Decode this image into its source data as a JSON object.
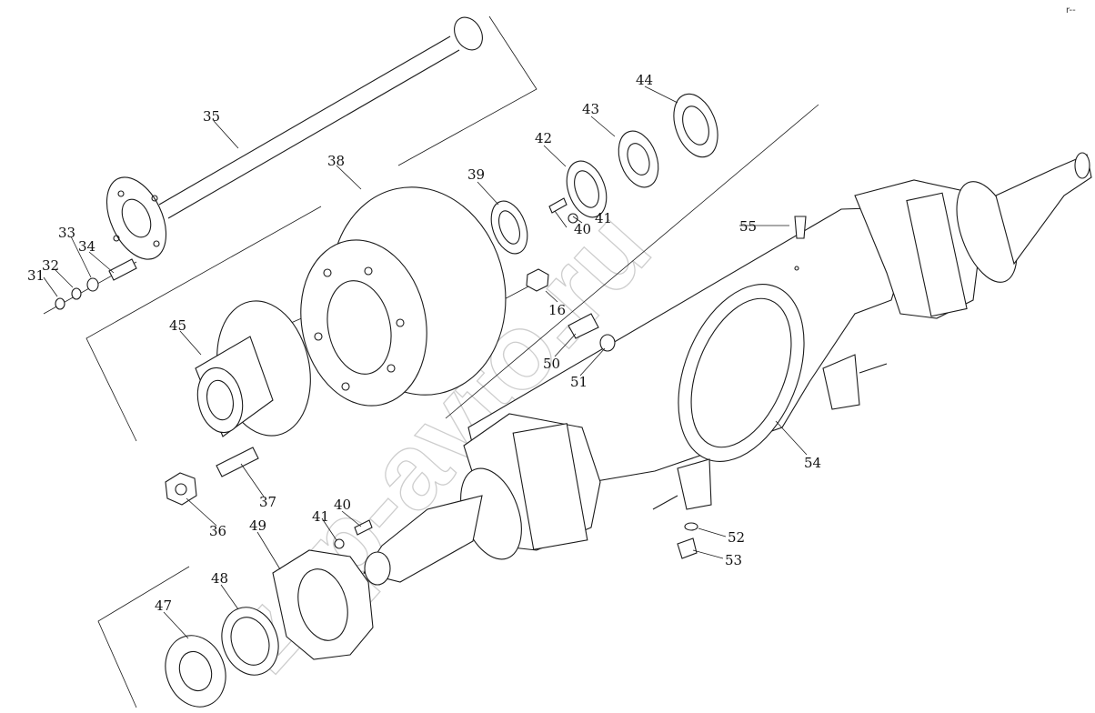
{
  "diagram": {
    "title": "Rear axle assembly exploded view",
    "watermark": "zap-avto.ru",
    "corner_mark": "r--",
    "labels": [
      {
        "key": "p31",
        "text": "31"
      },
      {
        "key": "p32",
        "text": "32"
      },
      {
        "key": "p33",
        "text": "33"
      },
      {
        "key": "p34",
        "text": "34"
      },
      {
        "key": "p35",
        "text": "35"
      },
      {
        "key": "p36",
        "text": "36"
      },
      {
        "key": "p37",
        "text": "37"
      },
      {
        "key": "p38",
        "text": "38"
      },
      {
        "key": "p39",
        "text": "39"
      },
      {
        "key": "p40a",
        "text": "40"
      },
      {
        "key": "p41a",
        "text": "41"
      },
      {
        "key": "p42",
        "text": "42"
      },
      {
        "key": "p43",
        "text": "43"
      },
      {
        "key": "p44",
        "text": "44"
      },
      {
        "key": "p45",
        "text": "45"
      },
      {
        "key": "p16",
        "text": "16"
      },
      {
        "key": "p50",
        "text": "50"
      },
      {
        "key": "p51",
        "text": "51"
      },
      {
        "key": "p55",
        "text": "55"
      },
      {
        "key": "p54",
        "text": "54"
      },
      {
        "key": "p52",
        "text": "52"
      },
      {
        "key": "p53",
        "text": "53"
      },
      {
        "key": "p40b",
        "text": "40"
      },
      {
        "key": "p41b",
        "text": "41"
      },
      {
        "key": "p49",
        "text": "49"
      },
      {
        "key": "p48",
        "text": "48"
      },
      {
        "key": "p47",
        "text": "47"
      }
    ]
  }
}
